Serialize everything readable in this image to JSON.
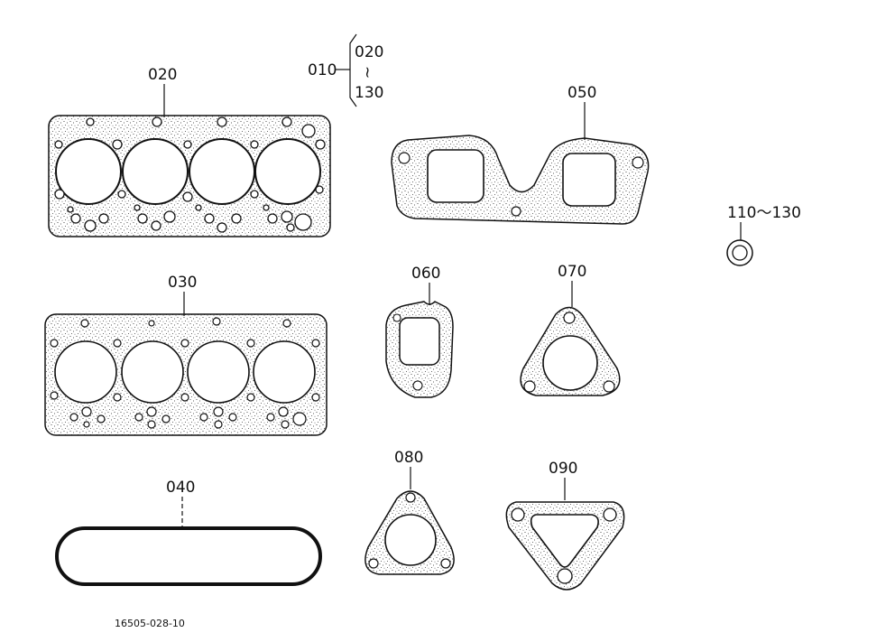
{
  "labels": {
    "gasket_set": "010",
    "range_top": "020",
    "range_tilde": "~",
    "range_bottom": "130",
    "head_gasket_a": "020",
    "head_gasket_b": "030",
    "oring_belt": "040",
    "manifold_gasket": "050",
    "small_gasket": "060",
    "tri_gasket_a": "070",
    "tri_gasket_b": "080",
    "tri_gasket_c": "090",
    "washer": "110～130"
  },
  "footer": {
    "code": "16505-028-10"
  },
  "colors": {
    "ink": "#111111",
    "paper": "#ffffff"
  }
}
